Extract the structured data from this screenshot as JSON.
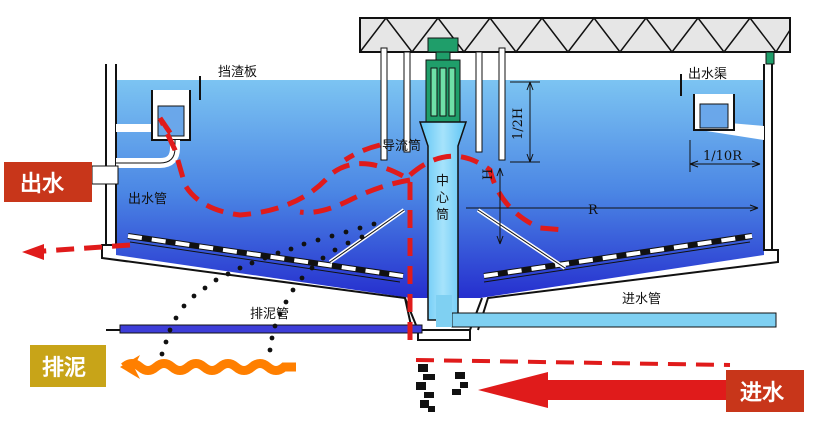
{
  "labels": {
    "dangzhaban": "挡渣板",
    "chushuiqu": "出水渠",
    "daoliutong": "导流筒",
    "zhongxintong": [
      "中",
      "心",
      "筒"
    ],
    "chushuiguan": "出水管",
    "painiguan": "排泥管",
    "jinshuiguan": "进水管",
    "dim_half_h": "1/2H",
    "dim_h": "H",
    "dim_tenth_r": "1/10R",
    "dim_r": "R"
  },
  "callouts": {
    "outlet": "出水",
    "sludge": "排泥",
    "inlet": "进水"
  },
  "colors": {
    "water_top": "#6fb8ef",
    "water_bottom": "#1f1fd0",
    "callout_outlet": "#c8361a",
    "callout_sludge": "#c8a418",
    "callout_inlet": "#c8361a",
    "flow_arrow": "#e01b1b",
    "inlet_arrow": "#e01b1b",
    "sludge_pipe": "#ff7f00",
    "bridge": "#d9d9d9",
    "pipe_blue": "#7fd0f2",
    "sludge_pipe_blue": "#3d3dd8",
    "motor_green": "#1f9e6a"
  }
}
